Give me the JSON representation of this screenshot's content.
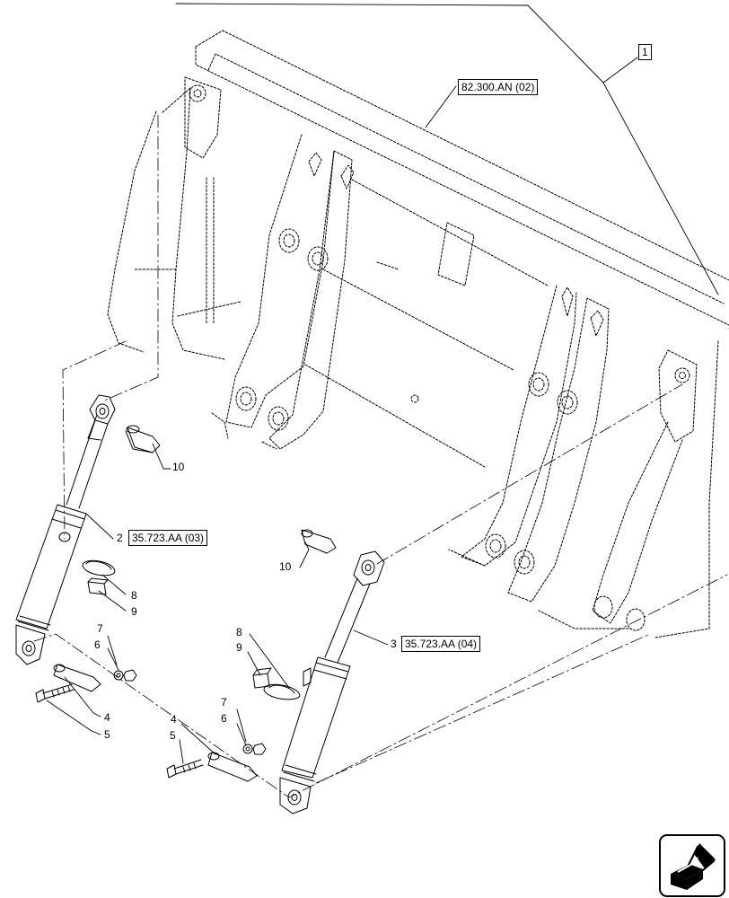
{
  "references": {
    "assembly": "82.300.AN (02)",
    "cylinder_left": "35.723.AA (03)",
    "cylinder_right": "35.723.AA (04)"
  },
  "callouts": {
    "item_1": "1",
    "item_2": "2",
    "item_3": "3",
    "item_4_left": "4",
    "item_5_left": "5",
    "item_6_left": "6",
    "item_7_left": "7",
    "item_8_left": "8",
    "item_9_left": "9",
    "item_10_left": "10",
    "item_4_right": "4",
    "item_5_right": "5",
    "item_6_right": "6",
    "item_7_right": "7",
    "item_8_right": "8",
    "item_9_right": "9",
    "item_10_right": "10"
  },
  "icons": {
    "navigation": "next-page-arrow-icon"
  }
}
